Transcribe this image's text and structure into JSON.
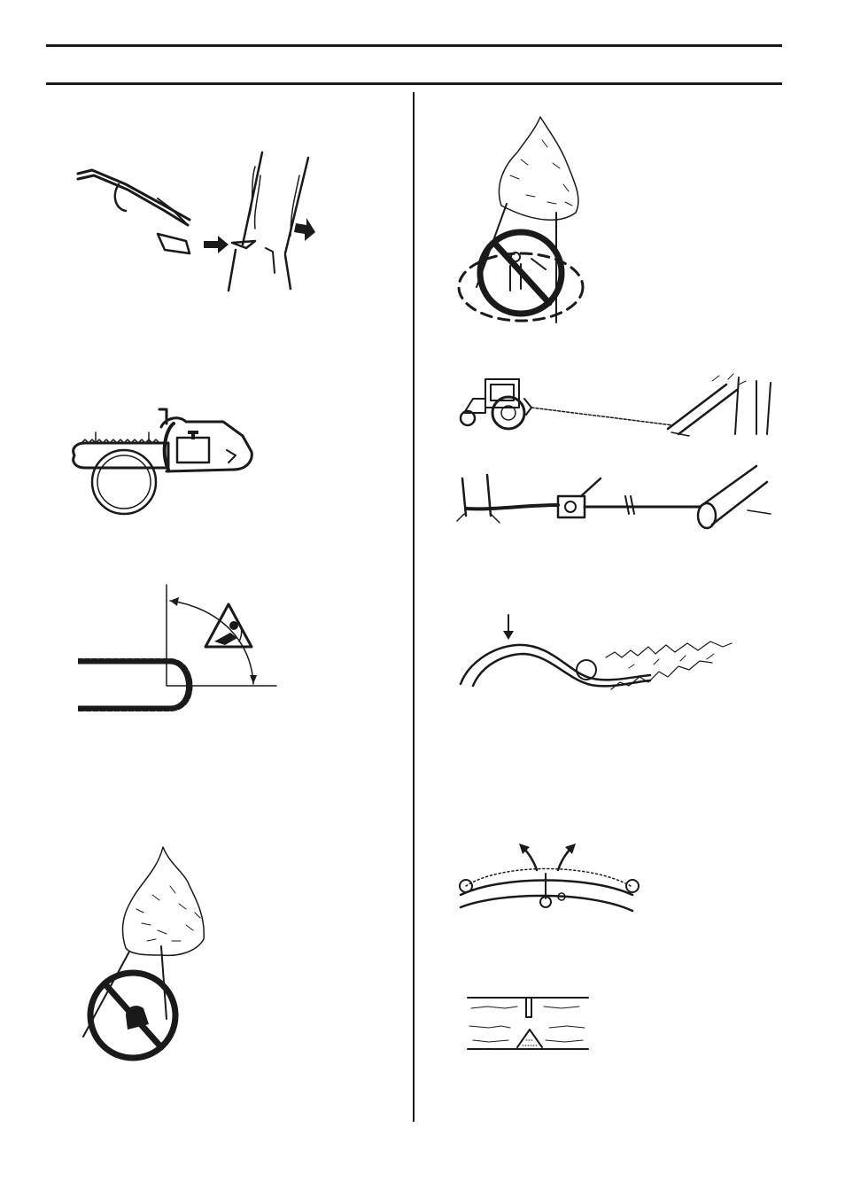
{
  "page": {
    "colors": {
      "ink": "#1a1a1a",
      "paper": "#ffffff"
    }
  },
  "figures": [
    {
      "id": "felling-lever-and-wedge",
      "icons": [
        "breaking-bar-icon",
        "felling-wedge-icon",
        "push-arrow-icon",
        "fall-direction-arrow-icon"
      ]
    },
    {
      "id": "saw-chain-over-log",
      "icons": [
        "chainsaw-icon",
        "log-end-icon"
      ]
    },
    {
      "id": "kickback-zone",
      "icons": [
        "guide-bar-icon",
        "kickback-arc-arrow-icon",
        "kickback-warning-triangle-icon"
      ]
    },
    {
      "id": "no-cutting-under-hung-tree",
      "icons": [
        "hung-up-tree-icon",
        "prohibition-sign-icon"
      ]
    },
    {
      "id": "no-working-in-risk-zone",
      "icons": [
        "tree-icon",
        "prohibition-sign-icon",
        "risk-zone-circle-icon"
      ]
    },
    {
      "id": "tractor-winch-pull",
      "icons": [
        "tractor-icon",
        "winch-cable-icon",
        "hung-tree-icon"
      ]
    },
    {
      "id": "hand-winch-pull",
      "icons": [
        "hand-winch-icon",
        "stump-icon",
        "trunk-icon"
      ]
    },
    {
      "id": "bent-trunk-tension",
      "icons": [
        "bent-trunk-icon",
        "down-arrow-icon",
        "fallen-tree-icon"
      ]
    },
    {
      "id": "release-tension-cut",
      "icons": [
        "bent-log-icon",
        "release-arrow-icon",
        "chainsaw-icon"
      ]
    },
    {
      "id": "tension-cut-detail",
      "icons": [
        "log-section-icon",
        "notch-icon"
      ]
    }
  ]
}
